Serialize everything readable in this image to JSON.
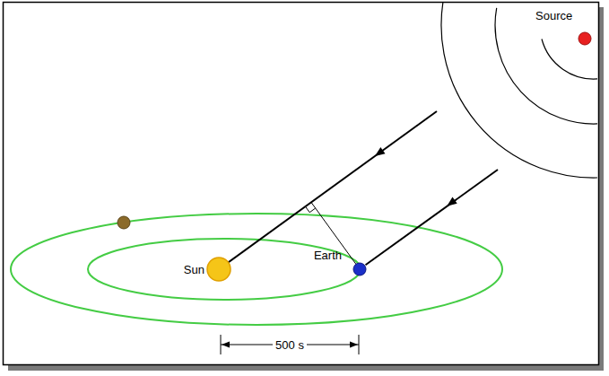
{
  "diagram": {
    "labels": [
      "Source",
      "Sun",
      "Earth",
      "500 s"
    ]
  }
}
